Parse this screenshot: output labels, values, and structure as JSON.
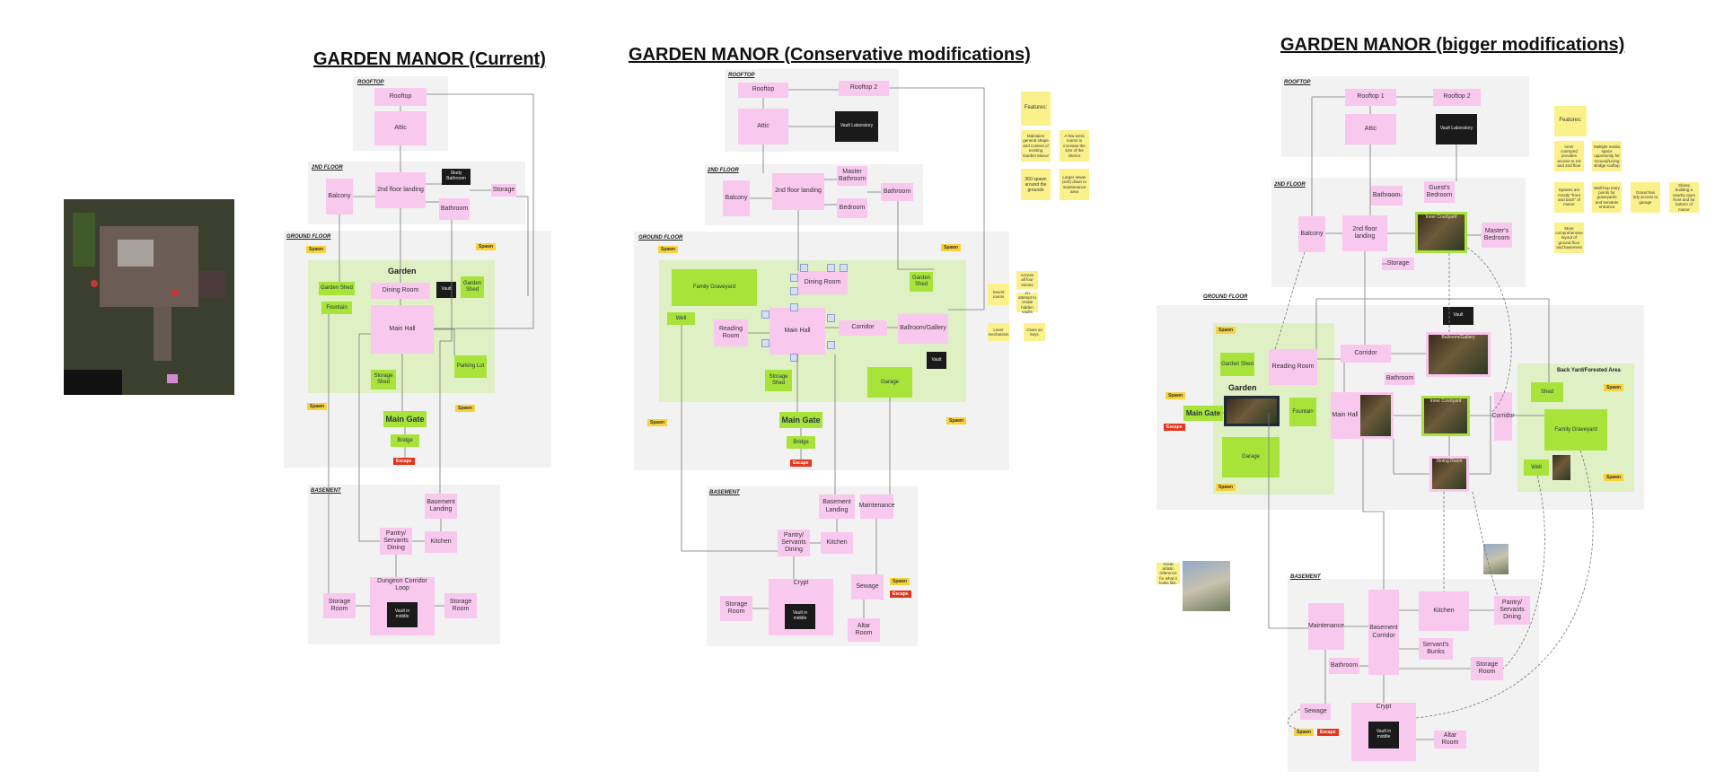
{
  "titles": {
    "current": "GARDEN MANOR (Current)",
    "conservative": "GARDEN MANOR (Conservative modifications)",
    "bigger": "GARDEN MANOR (bigger modifications)"
  },
  "floors": {
    "rooftop": "ROOFTOP",
    "second": "2ND FLOOR",
    "ground": "GROUND FLOOR",
    "basement": "BASEMENT"
  },
  "tags": {
    "spawn": "Spawn",
    "escape": "Escape"
  },
  "current": {
    "rooftop": "Rooftop",
    "attic": "Attic",
    "balcony": "Balcony",
    "landing": "2nd floor landing",
    "study": "Study Bathroom",
    "storage": "Storage",
    "bathroom": "Bathroom",
    "garden": "Garden",
    "garden_shed": "Garden Shed",
    "fountain": "Fountain",
    "dining": "Dining Room",
    "vault": "Vault",
    "garden_shed2": "Garden Shed",
    "main_hall": "Main Hall",
    "parking": "Parking Lot",
    "storage_shed": "Storage Shed",
    "main_gate": "Main Gate",
    "bridge": "Bridge",
    "basement_landing": "Basement Landing",
    "pantry": "Pantry/ Servants Dining",
    "kitchen": "Kitchen",
    "dungeon": "Dungeon Corridor Loop",
    "vault_middle": "Vault in middle",
    "storage_room_l": "Storage Room",
    "storage_room_r": "Storage Room"
  },
  "conservative": {
    "rooftop": "Rooftop",
    "rooftop2": "Rooftop 2",
    "attic": "Attic",
    "vault_lab": "Vault Laboratory",
    "master_bath": "Master Bathroom",
    "balcony": "Balcony",
    "landing": "2nd floor landing",
    "bedroom": "Bedroom",
    "bathroom": "Bathroom",
    "family_graveyard": "Family Graveyard",
    "dining": "Dining Room",
    "garden_shed": "Garden Shed",
    "well": "Well",
    "reading": "Reading Room",
    "main_hall": "Main Hall",
    "corridor": "Corridor",
    "ballroom": "Ballroom/Gallery",
    "vault": "Vault",
    "storage_shed": "Storage Shed",
    "garage": "Garage",
    "main_gate": "Main Gate",
    "bridge": "Bridge",
    "basement_landing": "Basement Landing",
    "maintenance": "Maintenance",
    "pantry": "Pantry/ Servants Dining",
    "kitchen": "Kitchen",
    "crypt": "Crypt",
    "vault_middle": "Vault in middle",
    "sewage": "Sewage",
    "storage_room": "Storage Room",
    "altar": "Altar Room",
    "features": "Features:",
    "sticky1": "Maintains general shape and content of existing Garden Manor",
    "sticky2": "A few extra rooms to increase the size of the interior",
    "sticky3": "360 spawn around the grounds",
    "sticky4": "Larger sewer (exit) down to maintenance area",
    "sticky5": "Secret rooms",
    "sticky6": "Access all four stories",
    "sticky7": "An attempt to create hidden vaults",
    "sticky8": "Lever mechanism",
    "sticky9": "Clues as keys"
  },
  "bigger": {
    "rooftop1": "Rooftop 1",
    "rooftop2": "Rooftop 2",
    "attic": "Attic",
    "vault_lab": "Vault Laboratory",
    "bathroom_top": "Bathroom",
    "guest": "Guest's Bedroom",
    "balcony": "Balcony",
    "landing": "2nd floor landing",
    "inner_court_top": "Inner Courtyard",
    "master": "Master's Bedroom",
    "storage": "Storage",
    "garden": "Garden",
    "garden_shed": "Garden Shed",
    "reading": "Reading Room",
    "corridor": "Corridor",
    "ballroom": "Ballroom/Gallery",
    "vault": "Vault",
    "bathroom": "Bathroom",
    "main_hall": "Main Hall",
    "fountain": "Fountain",
    "inner_court": "Inner Courtyard",
    "corridor2": "Corridor",
    "dining": "Dining Room",
    "garage": "Garage",
    "main_gate": "Main Gate",
    "backyard": "Back Yard/Forested Area",
    "shed": "Shed",
    "family_graveyard": "Family Graveyard",
    "well": "Well",
    "maintenance": "Maintenance",
    "basement_corridor": "Basement Corridor",
    "kitchen": "Kitchen",
    "pantry": "Pantry/ Servants Dining",
    "servants_bunks": "Servant's Bunks",
    "bathroom_b": "Bathroom",
    "storage_room": "Storage Room",
    "sewage": "Sewage",
    "crypt": "Crypt",
    "vault_middle": "Vault in middle",
    "altar": "Altar Room",
    "features": "Features:",
    "f1": "Inner courtyard provides access to 1st and 2nd floor",
    "f2": "Multiple media space opportunity for Ground/Living Bridge rooftop",
    "f3": "Spawns are mostly \"front and back\" of manor",
    "f4": "Wall-hop entry points for graveyards and servants entrance",
    "f5": "Grand has tidy access to garage",
    "f6": "Sheep building a nearby open front and far bottom of manor",
    "f7": "More comprehensive layout of ground floor and basement",
    "photo_note": "Great artistic reference for what it looks like."
  },
  "colors": {
    "room": "#f9c8ee",
    "green": "#a8e33a",
    "garden": "#dff0c4",
    "panel": "#f2f2f2",
    "sticky": "#fbf18a",
    "spawn": "#f7d23a",
    "escape": "#e5341b",
    "dark": "#1a1a1a"
  }
}
